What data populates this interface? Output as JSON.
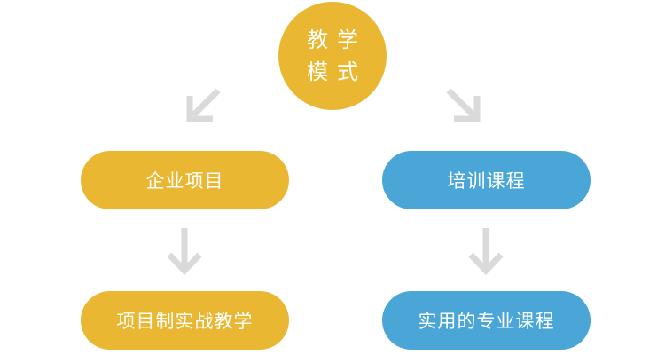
{
  "center": {
    "line1": "教学",
    "line2": "模式"
  },
  "left_branch": {
    "top": "企业项目",
    "bottom": "项目制实战教学"
  },
  "right_branch": {
    "top": "培训课程",
    "bottom": "实用的专业课程"
  },
  "colors": {
    "gold": "#e9b731",
    "blue": "#4aa6d6",
    "arrow": "#dadada"
  }
}
